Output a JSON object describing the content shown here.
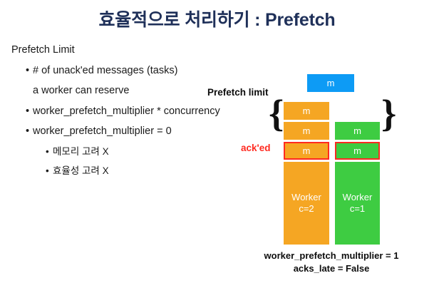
{
  "slide": {
    "title": "효율적으로 처리하기 : Prefetch"
  },
  "bullets": {
    "heading": "Prefetch Limit",
    "items": [
      {
        "level": 1,
        "marker": "•",
        "text": "# of unack'ed messages (tasks)"
      },
      {
        "level": 1,
        "marker": "",
        "text": "a worker can reserve"
      },
      {
        "level": 1,
        "marker": "•",
        "text": "worker_prefetch_multiplier * concurrency"
      },
      {
        "level": 1,
        "marker": "•",
        "text": "worker_prefetch_multiplier = 0"
      },
      {
        "level": 2,
        "marker": "•",
        "text": "메모리 고려 X"
      },
      {
        "level": 2,
        "marker": "•",
        "text": "효율성 고려 X"
      }
    ]
  },
  "diagram": {
    "labels": {
      "prefetch_limit": "Prefetch limit",
      "acked": "ack'ed",
      "brace_left": "{",
      "brace_right": "}"
    },
    "incoming_message": {
      "text": "m",
      "color": "#0D9BF5"
    },
    "columns": [
      {
        "name": "worker-a",
        "color": "#F5A623",
        "messages": [
          {
            "text": "m",
            "acked": false
          },
          {
            "text": "m",
            "acked": false
          },
          {
            "text": "m",
            "acked": true
          }
        ],
        "worker": {
          "title": "Worker",
          "concurrency": "c=2"
        }
      },
      {
        "name": "worker-b",
        "color": "#3ECC42",
        "messages": [
          {
            "text": "m",
            "acked": false
          },
          {
            "text": "m",
            "acked": true
          }
        ],
        "worker": {
          "title": "Worker",
          "concurrency": "c=1"
        }
      }
    ],
    "caption_line1": "worker_prefetch_multiplier = 1",
    "caption_line2": "acks_late = False"
  },
  "colors": {
    "title": "#1F3059",
    "orange": "#F5A623",
    "green": "#3ECC42",
    "blue": "#0D9BF5",
    "acked_border": "#FF2A20"
  }
}
